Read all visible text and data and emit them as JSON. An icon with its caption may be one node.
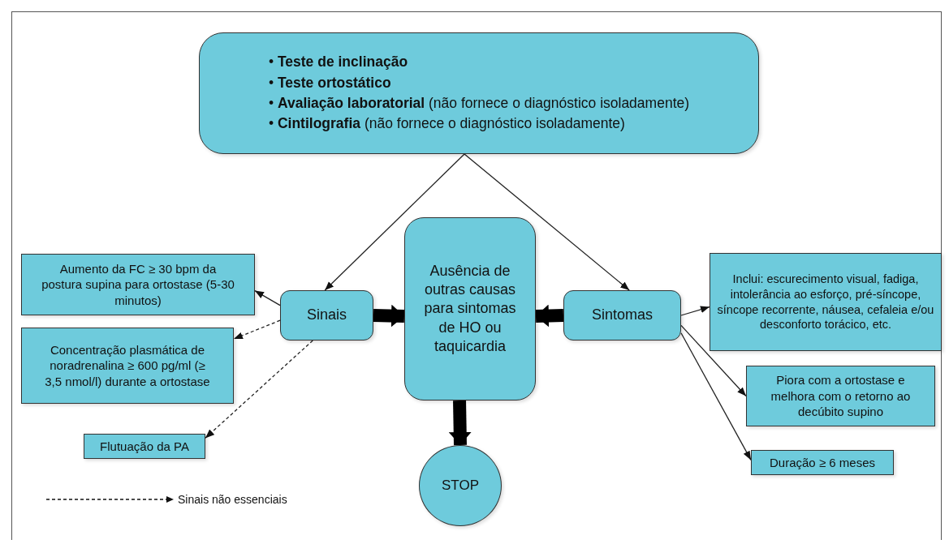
{
  "diagram": {
    "nodes": [
      {
        "text": [
          "• **Teste de inclinação**",
          "• **Teste ortostático**",
          "• **Avaliação laboratorial** (não fornece o diagnóstico isoladamente)",
          "• **Cintilografia** (não fornece o diagnóstico isoladamente)"
        ]
      },
      {
        "text": [
          "Sinais"
        ]
      },
      {
        "text": [
          "Ausência de outras causas para sintomas de HO ou taquicardia"
        ]
      },
      {
        "text": [
          "Sintomas"
        ]
      },
      {
        "text": [
          "Aumento da FC ≥ 30 bpm da postura supina para ortostase (5-30 minutos)"
        ]
      },
      {
        "text": [
          "Concentração plasmática de noradrenalina ≥ 600 pg/ml (≥ 3,5 nmol/l) durante a ortostase"
        ]
      },
      {
        "text": [
          "Flutuação da PA"
        ]
      },
      {
        "text": [
          "Inclui: escurecimento visual, fadiga, intolerância ao esforço, pré-síncope, síncope recorrente, náusea, cefaleia e/ou desconforto torácico, etc."
        ]
      },
      {
        "text": [
          "Piora com a ortostase e melhora com o retorno ao decúbito supino"
        ]
      },
      {
        "text": [
          "Duração ≥ 6 meses"
        ]
      },
      {
        "text": [
          "STOP"
        ]
      }
    ],
    "edges": [
      {
        "from": 0,
        "to": 1,
        "arrow": "to"
      },
      {
        "from": 0,
        "to": 3,
        "arrow": "to"
      },
      {
        "from": 1,
        "to": 2,
        "arrow": "to",
        "style": "thick"
      },
      {
        "from": 3,
        "to": 2,
        "arrow": "to",
        "style": "thick"
      },
      {
        "from": 2,
        "to": 10,
        "arrow": "to",
        "style": "thick"
      },
      {
        "from": 1,
        "to": 4,
        "arrow": "to"
      },
      {
        "from": 1,
        "to": 5,
        "arrow": "to",
        "style": "dashed"
      },
      {
        "from": 1,
        "to": 6,
        "arrow": "to",
        "style": "dashed"
      },
      {
        "from": 3,
        "to": 7,
        "arrow": "to"
      },
      {
        "from": 3,
        "to": 8,
        "arrow": "to"
      },
      {
        "from": 3,
        "to": 9,
        "arrow": "to"
      }
    ],
    "legend": [
      {
        "text": "Sinais não essenciais"
      }
    ]
  }
}
